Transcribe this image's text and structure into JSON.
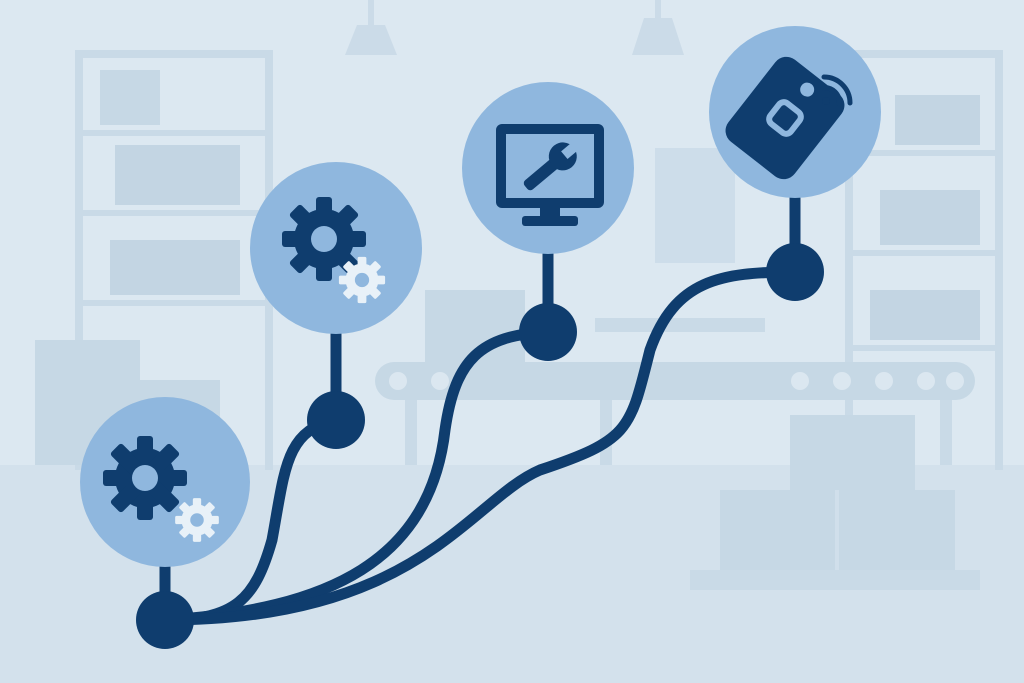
{
  "colors": {
    "background": "#dce8f1",
    "warehouse_silhouette": "#cbdbe8",
    "warehouse_silhouette_dark": "#c2d4e2",
    "floor": "#d2e1ec",
    "path": "#0f3d6e",
    "circle_fill": "#8fb7de",
    "icon_dark": "#0f3d6e",
    "icon_light": "#e8f1f8"
  },
  "stages": [
    {
      "id": "stage-1",
      "icon": "gears-icon"
    },
    {
      "id": "stage-2",
      "icon": "gears-icon"
    },
    {
      "id": "stage-3",
      "icon": "monitor-wrench-icon"
    },
    {
      "id": "stage-4",
      "icon": "rfid-tag-icon"
    }
  ]
}
